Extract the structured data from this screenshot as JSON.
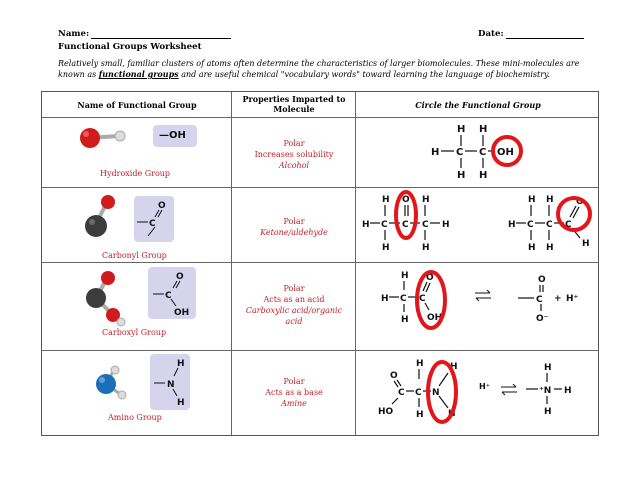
{
  "header": {
    "name_label": "Name:",
    "date_label": "Date:",
    "title": "Functional Groups Worksheet",
    "intro_part1": "Relatively small, familiar clusters of atoms often determine the characteristics of larger biomolecules. These mini-molecules are known as ",
    "intro_emphasis": "functional groups",
    "intro_part2": " and are useful chemical \"vocabulary words\" toward learning the language of biochemistry."
  },
  "table": {
    "col_headers": {
      "name": "Name of Functional Group",
      "properties": "Properties Imparted to Molecule",
      "circle": "Circle the Functional Group"
    },
    "rows": [
      {
        "group": "Hydroxide Group",
        "formula": "—OH",
        "props": {
          "regular": [
            "Polar",
            "Increases solubility"
          ],
          "italic": [
            "Alcohol"
          ]
        }
      },
      {
        "group": "Carbonyl Group",
        "formula": "—C(=O)—",
        "props": {
          "regular": [
            "Polar"
          ],
          "italic": [
            "Ketone/aldehyde"
          ]
        }
      },
      {
        "group": "Carboxyl Group",
        "formula": "—C(=O)OH",
        "props": {
          "regular": [
            "Polar",
            "Acts as an acid"
          ],
          "italic": [
            "Carboxylic acid/organic",
            "acid"
          ]
        }
      },
      {
        "group": "Amino Group",
        "formula": "—N(H)H",
        "props": {
          "regular": [
            "Polar",
            "Acts as a base"
          ],
          "italic": [
            "Amine"
          ]
        }
      }
    ]
  },
  "chem_labels": {
    "H": "H",
    "O": "O",
    "C": "C",
    "N": "N",
    "OH": "OH",
    "HO": "HO",
    "H_plus": "H⁺",
    "O_minus": "O⁻",
    "plus": "+",
    "N_plus": "⁺N"
  },
  "colors": {
    "accent_red": "#e3161b",
    "label_red": "#c0202a",
    "formula_box": "#d6d3ec"
  }
}
